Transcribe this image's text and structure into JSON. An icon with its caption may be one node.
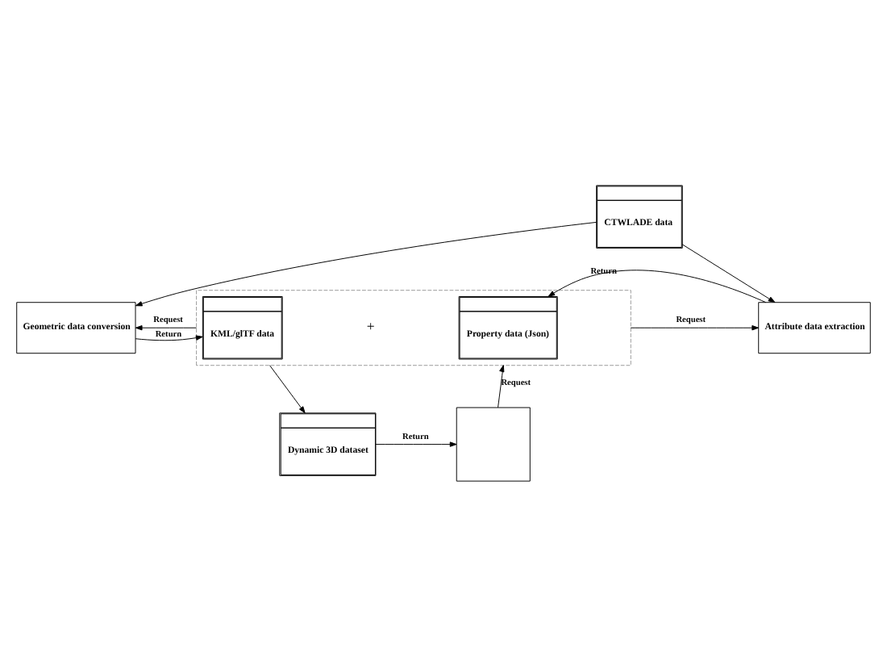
{
  "diagram": {
    "nodes": [
      {
        "text": [
          "CTWLADE data"
        ]
      },
      {
        "text": [
          "Geometric data conversion"
        ]
      },
      {
        "text": [],
        "shape": "box"
      },
      {
        "text": [
          "KML/glTF data"
        ],
        "in": 2
      },
      {
        "text": [
          "Property data (Json)"
        ],
        "in": 2
      },
      {
        "text": [
          "Attribute data extraction"
        ]
      },
      {
        "text": [
          "Dynamic 3D dataset"
        ]
      },
      {
        "text": [],
        "shape": "box"
      }
    ],
    "edges": [
      {
        "from": 0,
        "to": 1,
        "arrow": "to"
      },
      {
        "from": 0,
        "to": 5,
        "arrow": "to"
      },
      {
        "from": 2,
        "to": 1,
        "arrow": "to",
        "label": "Request"
      },
      {
        "from": 1,
        "to": 3,
        "arrow": "to",
        "label": "Return"
      },
      {
        "from": 2,
        "to": 5,
        "arrow": "to",
        "label": "Request"
      },
      {
        "from": 5,
        "to": 4,
        "arrow": "to",
        "label": "Return"
      },
      {
        "from": 2,
        "to": 6,
        "arrow": "to"
      },
      {
        "from": 6,
        "to": 7,
        "arrow": "to",
        "label": "Return"
      },
      {
        "from": 7,
        "to": 2,
        "arrow": "to",
        "label": "Request"
      }
    ],
    "labels": [
      "+"
    ]
  }
}
